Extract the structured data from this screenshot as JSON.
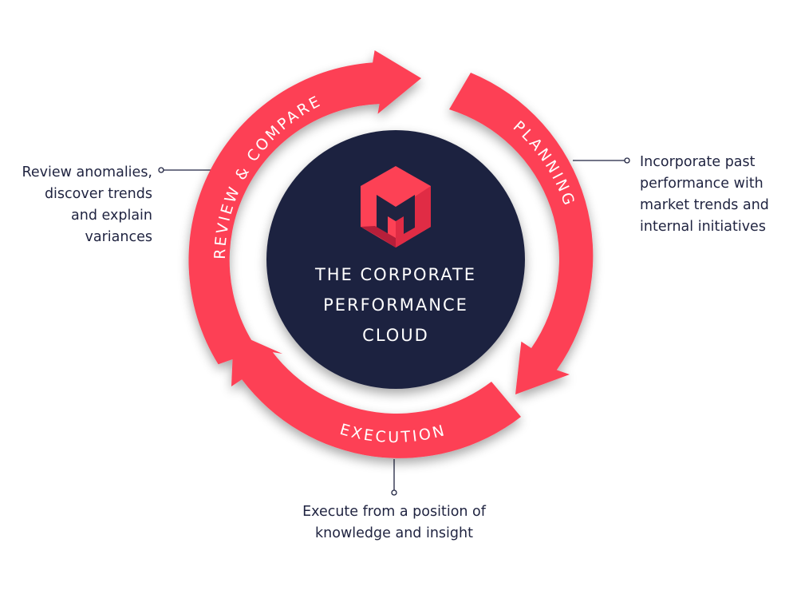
{
  "center": {
    "title_lines": [
      "THE CORPORATE",
      "PERFORMANCE",
      "CLOUD"
    ]
  },
  "ring": {
    "labels": {
      "review": "REVIEW & COMPARE",
      "planning": "PLANNING",
      "execution": "EXECUTION"
    }
  },
  "annotations": {
    "left": [
      "Review anomalies,",
      "discover trends",
      "and explain",
      "variances"
    ],
    "right": [
      "Incorporate past",
      "performance with",
      "market trends and",
      "internal initiatives"
    ],
    "bottom": [
      "Execute from a position of",
      "knowledge and insight"
    ]
  },
  "colors": {
    "ring": "#fd4155",
    "ring_shadow": "#e02c45",
    "center": "#1f2340",
    "logo_main": "#fd4155",
    "logo_dark": "#c9243f",
    "text": "#1f2340",
    "connector": "#1f2340"
  },
  "icons": {
    "logo": "cube-m-logo-icon"
  }
}
